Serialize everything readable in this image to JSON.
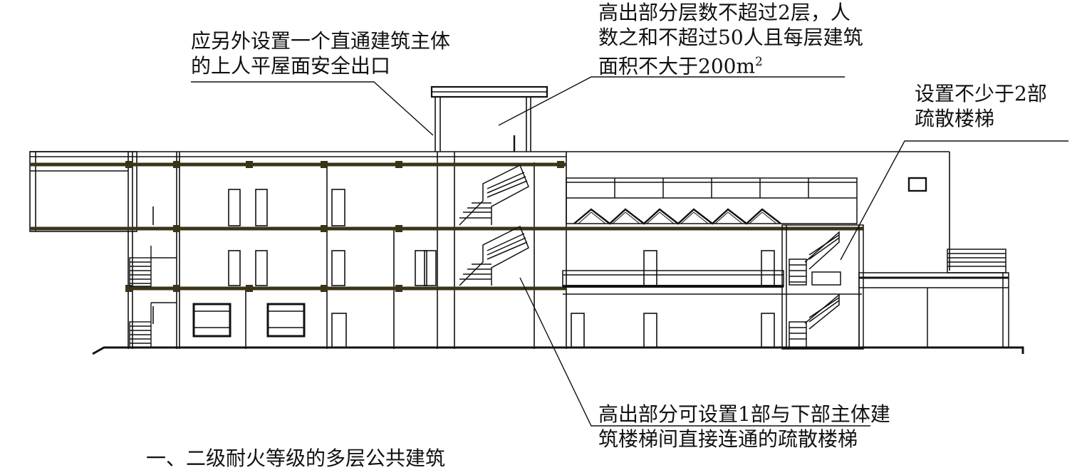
{
  "annotations": {
    "roof_exit": {
      "line1": "应另外设置一个直通建筑主体",
      "line2": "的上人平屋面安全出口"
    },
    "upper_part": {
      "line1": "高出部分层数不超过2层，人",
      "line2": "数之和不超过50人且每层建筑",
      "line3": "面积不大于200m",
      "line3_sup": "2"
    },
    "stairs_count": {
      "line1": "设置不少于2部",
      "line2": "疏散楼梯"
    },
    "shared_stair": {
      "line1": "高出部分可设置1部与下部主体建",
      "line2": "筑楼梯间直接连通的疏散楼梯"
    }
  },
  "caption": "一、二级耐火等级的多层公共建筑",
  "colors": {
    "line": "#111111",
    "slab": "#3a3418",
    "background": "#ffffff"
  }
}
